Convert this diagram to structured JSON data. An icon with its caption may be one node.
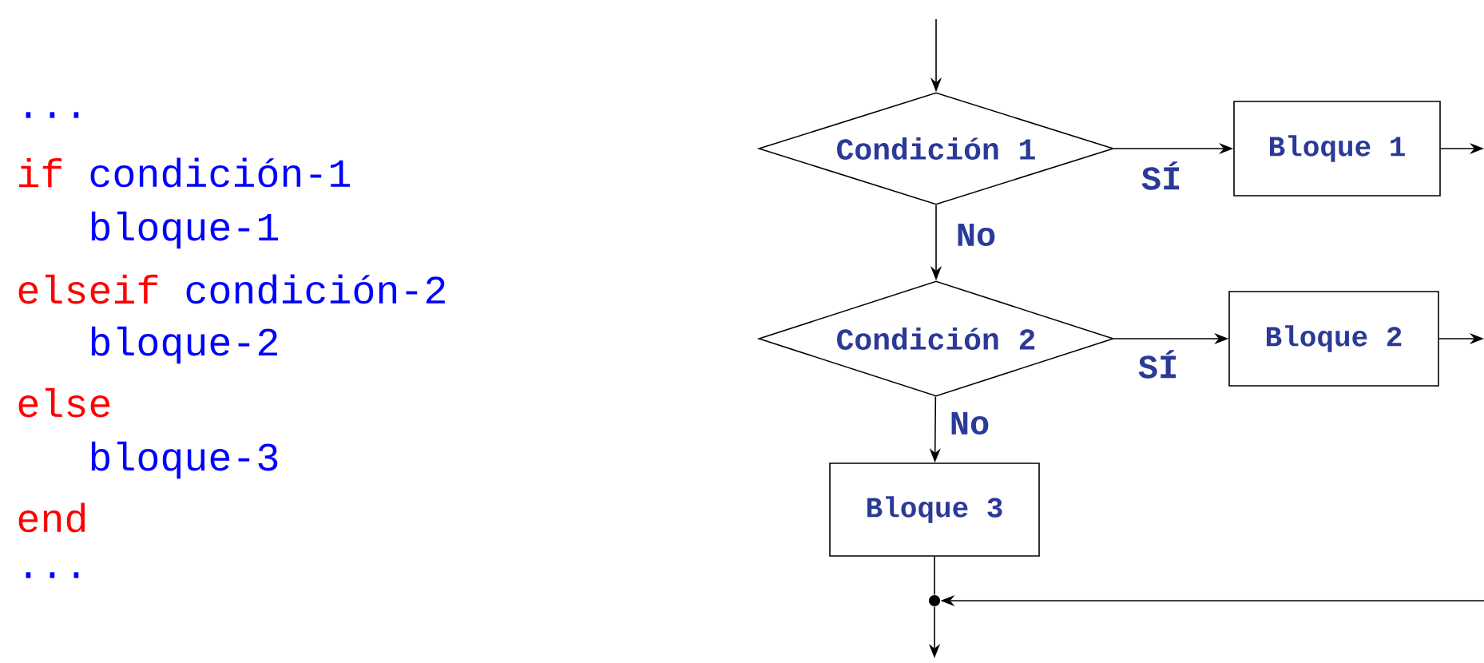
{
  "diagram": {
    "nodes": [
      {
        "text": [
          "Condición 1"
        ]
      },
      {
        "text": [
          "Bloque 1"
        ]
      },
      {
        "text": [
          "Condición 2"
        ]
      },
      {
        "text": [
          "Bloque 2"
        ]
      },
      {
        "text": [
          "Bloque 3"
        ]
      },
      {
        "text": [],
        "shape": "circle"
      }
    ],
    "edges": [
      {
        "from": null,
        "to": 0,
        "arrow": "to"
      },
      {
        "from": 0,
        "to": 1,
        "arrow": "to",
        "label": "SÍ"
      },
      {
        "from": 1,
        "to": null,
        "arrow": "to"
      },
      {
        "from": 0,
        "to": 2,
        "arrow": "to",
        "label": "No"
      },
      {
        "from": 2,
        "to": 3,
        "arrow": "to",
        "label": "SÍ"
      },
      {
        "from": 3,
        "to": null,
        "arrow": "to"
      },
      {
        "from": 2,
        "to": 4,
        "arrow": "to",
        "label": "No"
      },
      {
        "from": 4,
        "to": 5,
        "arrow": "none"
      },
      {
        "from": null,
        "to": 5,
        "arrow": "to"
      },
      {
        "from": 5,
        "to": null,
        "arrow": "to"
      }
    ],
    "labels": [
      "...",
      "if",
      "condición-1",
      "bloque-1",
      "elseif",
      "condición-2",
      "bloque-2",
      "else",
      "bloque-3",
      "end",
      "..."
    ]
  }
}
